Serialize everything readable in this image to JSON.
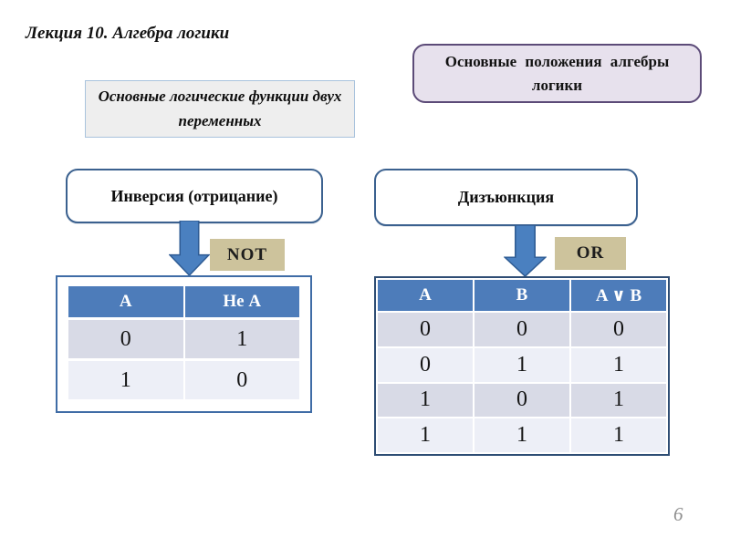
{
  "slide": {
    "title": "Лекция 10. Алгебра логики",
    "page_number": "6"
  },
  "callouts": {
    "main_topic": "Основные положения алгебры логики",
    "subtopic": "Основные логические функции двух переменных"
  },
  "inversion": {
    "label": "Инверсия (отрицание)",
    "operator_label": "NOT",
    "table": {
      "headers": [
        "А",
        "Не А"
      ],
      "rows": [
        [
          "0",
          "1"
        ],
        [
          "1",
          "0"
        ]
      ]
    }
  },
  "disjunction": {
    "label": "Дизъюнкция",
    "operator_label": "OR",
    "table": {
      "headers": [
        "А",
        "В",
        "A ∨ B"
      ],
      "rows": [
        [
          "0",
          "0",
          "0"
        ],
        [
          "0",
          "1",
          "1"
        ],
        [
          "1",
          "0",
          "1"
        ],
        [
          "1",
          "1",
          "1"
        ]
      ]
    }
  },
  "colors": {
    "header_blue": "#4d7cba",
    "arrow_blue": "#4a80c0",
    "arrow_outline": "#2f5c94",
    "left_table_border": "#3f6ca6",
    "right_table_border": "#2e4d74",
    "row_dark": "#d8dae6",
    "row_light": "#edeff7",
    "operator_bg": "#cdc39c",
    "topic_bg": "#e7e1ed",
    "topic_border": "#5c4b78",
    "subtopic_bg": "#eeeeee"
  }
}
